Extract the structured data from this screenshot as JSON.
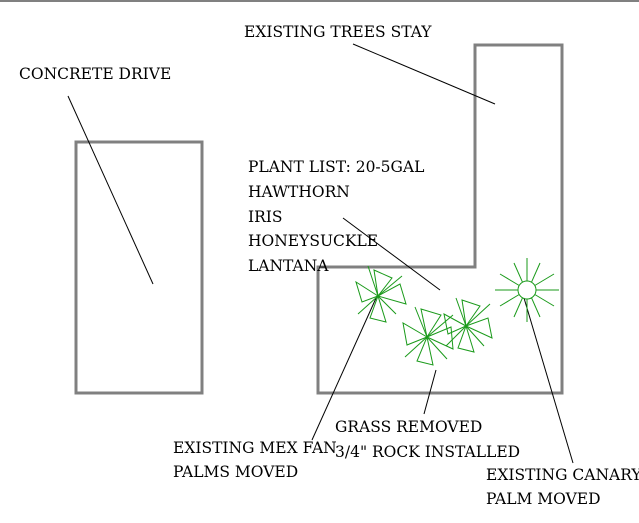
{
  "labels": {
    "existing_trees": "EXISTING TREES STAY",
    "concrete_drive": "CONCRETE DRIVE",
    "plant_list": [
      "PLANT LIST: 20-5GAL",
      "HAWTHORN",
      "IRIS",
      "HONEYSUCKLE",
      "LANTANA"
    ],
    "grass_removed": [
      "GRASS REMOVED",
      "3/4\" ROCK INSTALLED"
    ],
    "mex_fan_palms": [
      "EXISTING MEX FAN",
      "PALMS MOVED"
    ],
    "canary_palm": [
      "EXISTING CANARY",
      "PALM MOVED"
    ]
  },
  "colors": {
    "outline": "#808080",
    "plants": "#1a9a1a",
    "text": "#000000",
    "background": "#ffffff"
  },
  "icons": {
    "fan_palm": "fan-palm-icon",
    "canary_palm": "canary-palm-icon"
  }
}
